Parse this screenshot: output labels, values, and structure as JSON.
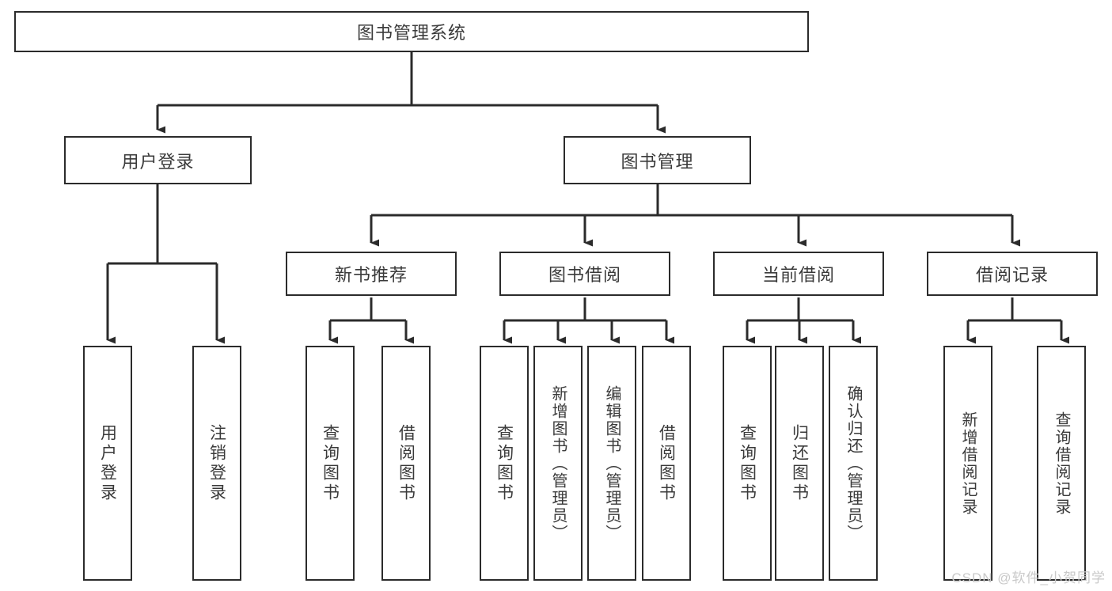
{
  "diagram": {
    "type": "tree-hierarchy",
    "title": "图书管理系统",
    "root": {
      "id": "root",
      "label": "图书管理系统"
    },
    "level2": [
      {
        "id": "user-login",
        "label": "用户登录"
      },
      {
        "id": "book-manage",
        "label": "图书管理"
      }
    ],
    "level3": [
      {
        "id": "new-book-rec",
        "label": "新书推荐"
      },
      {
        "id": "book-borrow",
        "label": "图书借阅"
      },
      {
        "id": "current-borrow",
        "label": "当前借阅"
      },
      {
        "id": "borrow-record",
        "label": "借阅记录"
      }
    ],
    "leaves": {
      "user_login": [
        {
          "id": "leaf-user-login",
          "label": "用户登录"
        },
        {
          "id": "leaf-logout",
          "label": "注销登录"
        }
      ],
      "new_book_rec": [
        {
          "id": "leaf-query-book-1",
          "label": "查询图书"
        },
        {
          "id": "leaf-borrow-book-1",
          "label": "借阅图书"
        }
      ],
      "book_borrow": [
        {
          "id": "leaf-query-book-2",
          "label": "查询图书"
        },
        {
          "id": "leaf-add-book",
          "label": "新增图书（管理员）"
        },
        {
          "id": "leaf-edit-book",
          "label": "编辑图书（管理员）"
        },
        {
          "id": "leaf-borrow-book-2",
          "label": "借阅图书"
        }
      ],
      "current_borrow": [
        {
          "id": "leaf-query-book-3",
          "label": "查询图书"
        },
        {
          "id": "leaf-return-book",
          "label": "归还图书"
        },
        {
          "id": "leaf-confirm-return",
          "label": "确认归还（管理员）"
        }
      ],
      "borrow_record": [
        {
          "id": "leaf-add-record",
          "label": "新增借阅记录"
        },
        {
          "id": "leaf-query-record",
          "label": "查询借阅记录"
        }
      ]
    }
  },
  "watermark": {
    "text": "CSDN @软件_小贺同学"
  },
  "colors": {
    "stroke": "#2b2b2b",
    "text": "#3a3a3a",
    "background": "#ffffff",
    "watermark": "#c9c9c9"
  }
}
